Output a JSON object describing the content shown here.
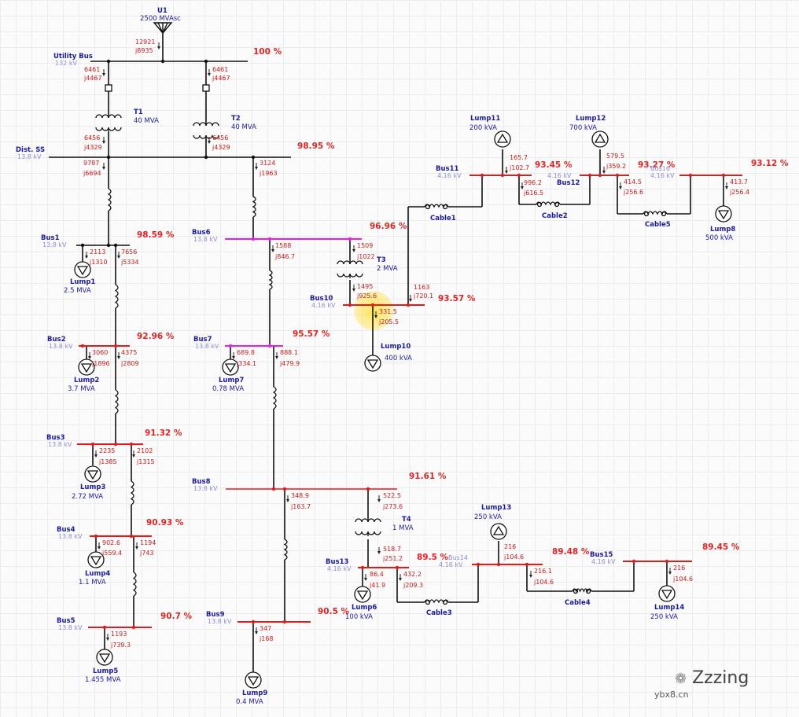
{
  "buses": [
    {
      "id": "utility",
      "name": "Utility Bus",
      "kv": "132 kV",
      "pct": "100 %"
    },
    {
      "id": "dist",
      "name": "Dist. SS",
      "kv": "13.8 kV",
      "pct": "98.95 %"
    },
    {
      "id": "bus1",
      "name": "Bus1",
      "kv": "13.8 kV",
      "pct": "98.59 %"
    },
    {
      "id": "bus2",
      "name": "Bus2",
      "kv": "13.8 kV",
      "pct": "92.96 %"
    },
    {
      "id": "bus3",
      "name": "Bus3",
      "kv": "13.8 kV",
      "pct": "91.32 %"
    },
    {
      "id": "bus4",
      "name": "Bus4",
      "kv": "13.8 kV",
      "pct": "90.93 %"
    },
    {
      "id": "bus5",
      "name": "Bus5",
      "kv": "13.8 kV",
      "pct": "90.7 %"
    },
    {
      "id": "bus6",
      "name": "Bus6",
      "kv": "13.8 kV",
      "pct": "96.96 %"
    },
    {
      "id": "bus7",
      "name": "Bus7",
      "kv": "13.8 kV",
      "pct": "95.57 %"
    },
    {
      "id": "bus8",
      "name": "Bus8",
      "kv": "13.8 kV",
      "pct": "91.61 %"
    },
    {
      "id": "bus9",
      "name": "Bus9",
      "kv": "13.8 kV",
      "pct": "90.5 %"
    },
    {
      "id": "bus10",
      "name": "Bus10",
      "kv": "4.16 kV",
      "pct": "93.57 %"
    },
    {
      "id": "bus11",
      "name": "Bus11",
      "kv": "4.16 kV",
      "pct": "93.45 %"
    },
    {
      "id": "bus12",
      "name": "Bus12",
      "kv": "4.16 kV",
      "pct": "93.27 %"
    },
    {
      "id": "bus16",
      "name": "Bus16",
      "kv": "4.16 kV",
      "pct": "93.12 %"
    },
    {
      "id": "bus13",
      "name": "Bus13",
      "kv": "4.16 kV",
      "pct": "89.5 %"
    },
    {
      "id": "bus14",
      "name": "Bus14",
      "kv": "4.16 kV",
      "pct": "89.48 %"
    },
    {
      "id": "bus15",
      "name": "Bus15",
      "kv": "4.16 kV",
      "pct": "89.45 %"
    }
  ],
  "source": {
    "name": "U1",
    "rating": "2500 MVAsc"
  },
  "transformers": [
    {
      "id": "t1",
      "name": "T1",
      "rating": "40 MVA"
    },
    {
      "id": "t2",
      "name": "T2",
      "rating": "40 MVA"
    },
    {
      "id": "t3",
      "name": "T3",
      "rating": "2 MVA"
    },
    {
      "id": "t4",
      "name": "T4",
      "rating": "1 MVA"
    }
  ],
  "cables": [
    "Cable1",
    "Cable2",
    "Cable5",
    "Cable3",
    "Cable4"
  ],
  "loads": [
    {
      "id": "lump1",
      "name": "Lump1",
      "rating": "2.5 MVA"
    },
    {
      "id": "lump2",
      "name": "Lump2",
      "rating": "3.7 MVA"
    },
    {
      "id": "lump3",
      "name": "Lump3",
      "rating": "2.72 MVA"
    },
    {
      "id": "lump4",
      "name": "Lump4",
      "rating": "1.1 MVA"
    },
    {
      "id": "lump5",
      "name": "Lump5",
      "rating": "1.455 MVA"
    },
    {
      "id": "lump7",
      "name": "Lump7",
      "rating": "0.78 MVA"
    },
    {
      "id": "lump9",
      "name": "Lump9",
      "rating": "0.4 MVA"
    },
    {
      "id": "lump10",
      "name": "Lump10",
      "rating": "400 kVA"
    },
    {
      "id": "lump11",
      "name": "Lump11",
      "rating": "200 kVA"
    },
    {
      "id": "lump12",
      "name": "Lump12",
      "rating": "700 kVA"
    },
    {
      "id": "lump8",
      "name": "Lump8",
      "rating": "500 kVA"
    },
    {
      "id": "lump6",
      "name": "Lump6",
      "rating": "100 kVA"
    },
    {
      "id": "lump13",
      "name": "Lump13",
      "rating": "250 kVA"
    },
    {
      "id": "lump14",
      "name": "Lump14",
      "rating": "250 kVA"
    }
  ],
  "flows": {
    "u1_p": "12921",
    "u1_q": "j8935",
    "t1h_p": "6461",
    "t1h_q": "j4467",
    "t2h_p": "6461",
    "t2h_q": "j4467",
    "t1l_p": "6456",
    "t1l_q": "j4329",
    "t2l_p": "6456",
    "t2l_q": "j4329",
    "ds1_p": "9787",
    "ds1_q": "j6694",
    "ds6_p": "3124",
    "ds6_q": "j1963",
    "l1_p": "2113",
    "l1_q": "j1310",
    "b1d_p": "7656",
    "b1d_q": "j5334",
    "l2_p": "3060",
    "l2_q": "j1896",
    "b2d_p": "4375",
    "b2d_q": "j2809",
    "l3_p": "2235",
    "l3_q": "j1385",
    "b3d_p": "2102",
    "b3d_q": "j1315",
    "l4_p": "902.6",
    "l4_q": "j559.4",
    "b4d_p": "1194",
    "b4d_q": "j743",
    "l5_p": "1193",
    "l5_q": "j739.3",
    "b6d_p": "1588",
    "b6d_q": "j846.7",
    "t3h_p": "1509",
    "t3h_q": "j1022",
    "t3l_p": "1495",
    "t3l_q": "j925.6",
    "l10_p": "331.5",
    "l10_q": "j205.5",
    "c1_p": "1163",
    "c1_q": "j720.1",
    "l11_p": "165.7",
    "l11_q": "j102.7",
    "b11d_p": "996.2",
    "b11d_q": "j616.5",
    "l12_p": "579.5",
    "l12_q": "j359.2",
    "b12d_p": "414.5",
    "b12d_q": "j256.6",
    "l8_p": "413.7",
    "l8_q": "j256.4",
    "l7_p": "689.8",
    "l7_q": "j334.1",
    "b7d_p": "888.1",
    "b7d_q": "j479.9",
    "b8d_p": "348.9",
    "b8d_q": "j163.7",
    "t4h_p": "522.5",
    "t4h_q": "j273.6",
    "t4l_p": "518.7",
    "t4l_q": "j251.2",
    "l6_p": "86.4",
    "l6_q": "j41.9",
    "c3_p": "432.2",
    "c3_q": "j209.3",
    "l13_p": "216",
    "l13_q": "j104.6",
    "c4_p": "216.1",
    "c4_q": "j104.6",
    "l14_p": "216",
    "l14_q": "j104.6",
    "l9_p": "347",
    "l9_q": "j168"
  },
  "watermark": {
    "name": "Zzzing",
    "site": "ybx8.cn"
  },
  "colors": {
    "bus_black": "#111111",
    "bus_red": "#e21a1a",
    "bus_magenta": "#e81ee8",
    "label_blue": "#1a1aa0",
    "flow_red": "#d01818"
  }
}
